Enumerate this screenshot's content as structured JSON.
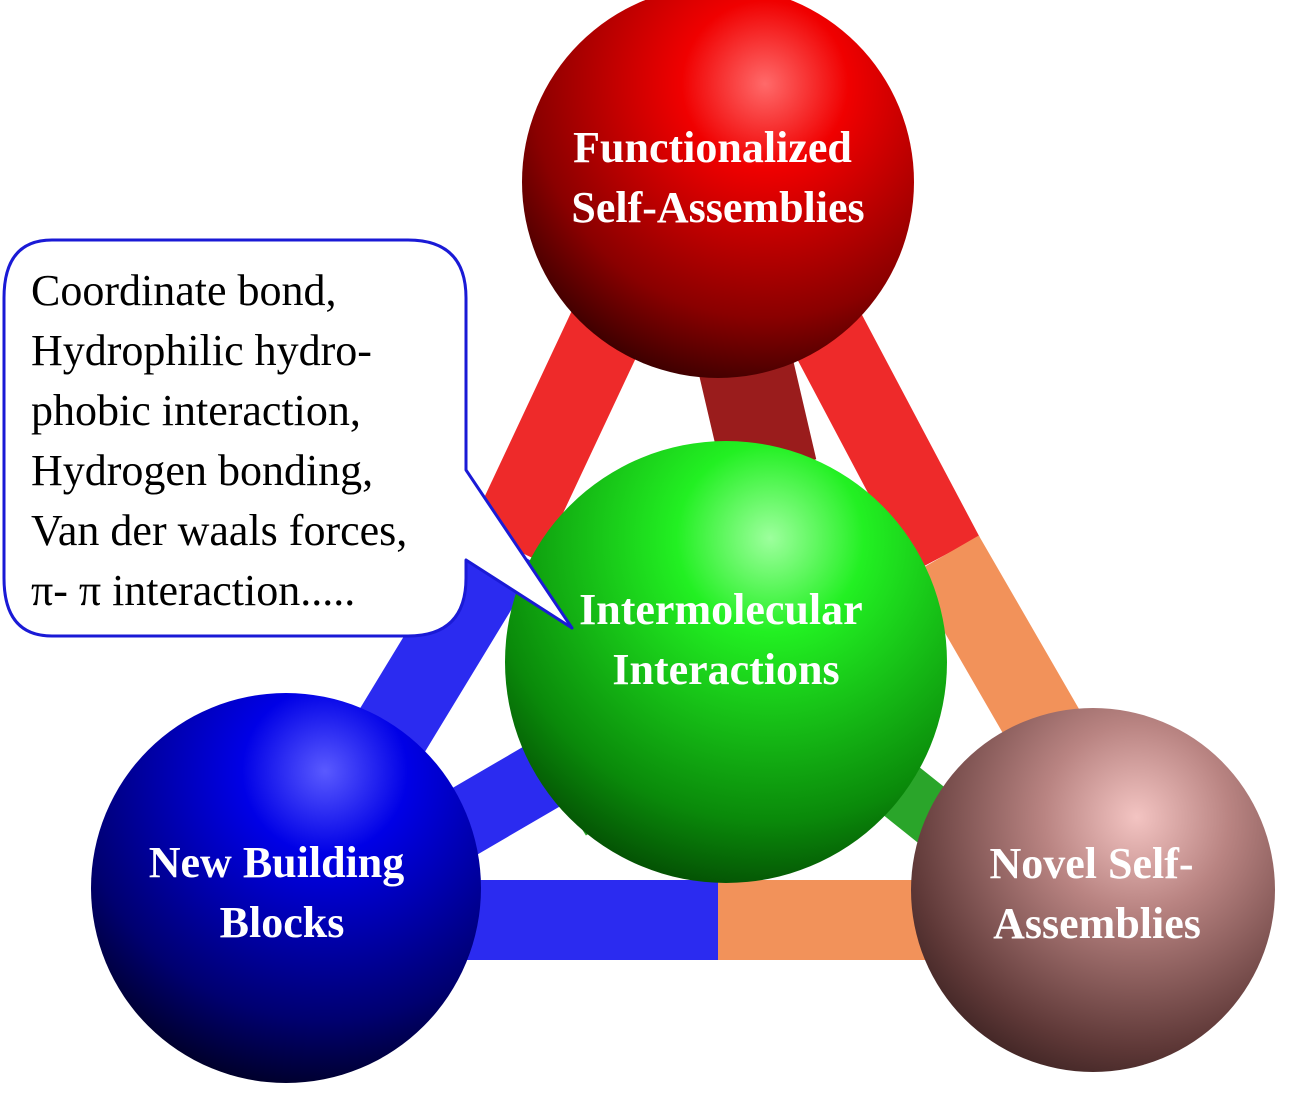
{
  "spheres": {
    "top": {
      "lines": [
        "Functionalized",
        "Self-Assemblies"
      ],
      "color": "#e00000"
    },
    "center": {
      "lines": [
        "Intermolecular",
        "Interactions"
      ],
      "color": "#1fe01f"
    },
    "left": {
      "lines": [
        "New Building",
        "Blocks"
      ],
      "color": "#0000e6"
    },
    "right": {
      "lines": [
        "Novel Self-",
        "Assemblies"
      ],
      "color": "#c08c8a"
    }
  },
  "rods": {
    "red": "#ee2a2a",
    "blue": "#2b2bf0",
    "orange": "#f2925a",
    "green": "#2aa52a"
  },
  "callout": {
    "lines": [
      "Coordinate bond,",
      "Hydrophilic hydro-",
      "phobic interaction,",
      "Hydrogen bonding,",
      "Van der waals forces,",
      "π- π interaction....."
    ],
    "border_color": "#1a1ad6"
  }
}
